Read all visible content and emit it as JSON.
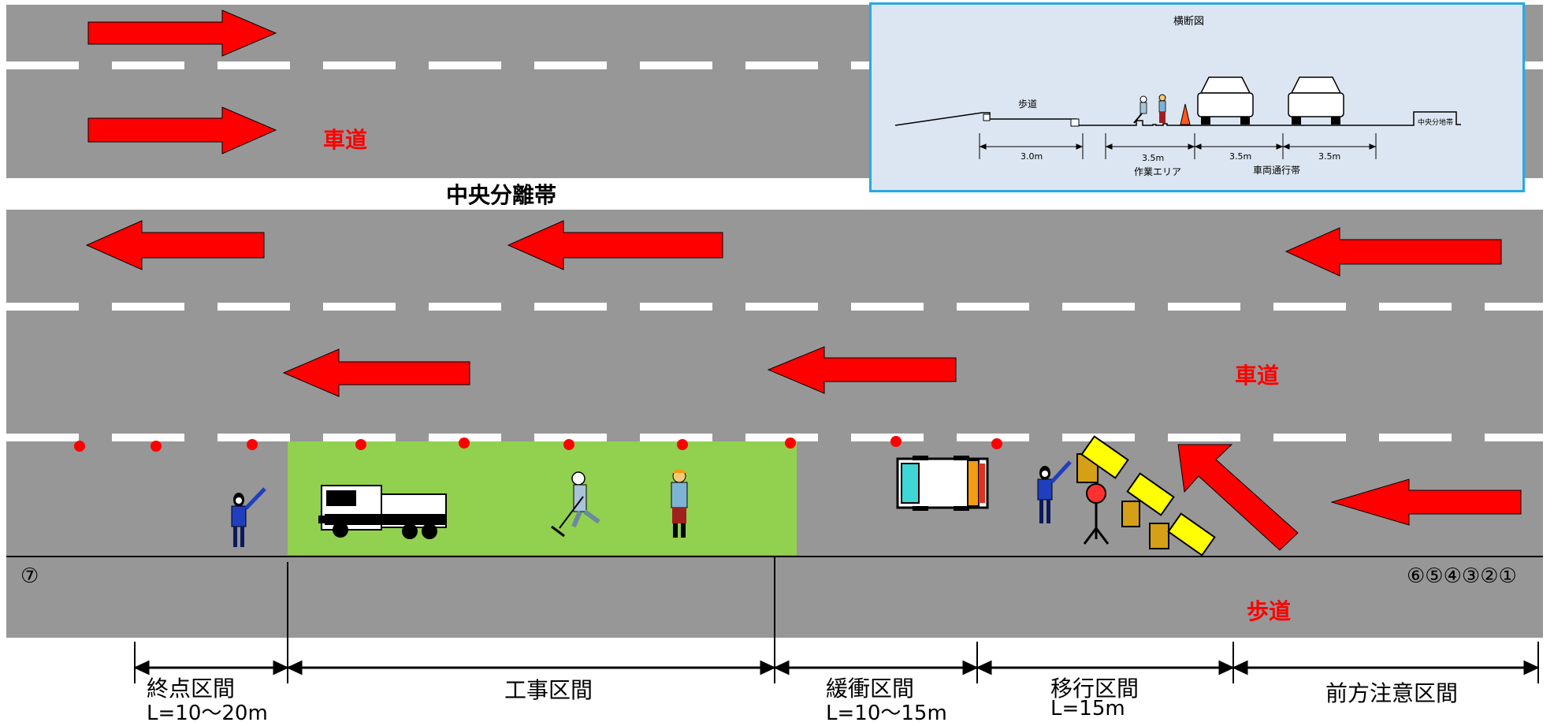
{
  "labels": {
    "carriageway_upper": "車道",
    "carriageway_lower": "車道",
    "median": "中央分離帯",
    "sidewalk": "歩道"
  },
  "markers": {
    "end": "⑦",
    "start": "⑥⑤④③②①"
  },
  "zones": [
    {
      "name": "終点区間",
      "length": "L=10～20m"
    },
    {
      "name": "工事区間",
      "length": ""
    },
    {
      "name": "緩衝区間",
      "length": "L=10～15m"
    },
    {
      "name": "移行区間",
      "length": "L=15m"
    },
    {
      "name": "前方注意区間",
      "length": ""
    }
  ],
  "inset": {
    "title": "横断図",
    "sidewalk": "歩道",
    "median_strip": "中央分地帯",
    "dims": [
      "3.0m",
      "3.5m",
      "3.5m",
      "3.5m"
    ],
    "work_area": "作業エリア",
    "traffic_lane": "車両通行帯"
  },
  "colors": {
    "road": "#979797",
    "lane_marking": "#ffffff",
    "arrow": "#ff0000",
    "work_zone": "#92d050",
    "inset_bg": "#dce6f2",
    "inset_border": "#27a9e3"
  }
}
